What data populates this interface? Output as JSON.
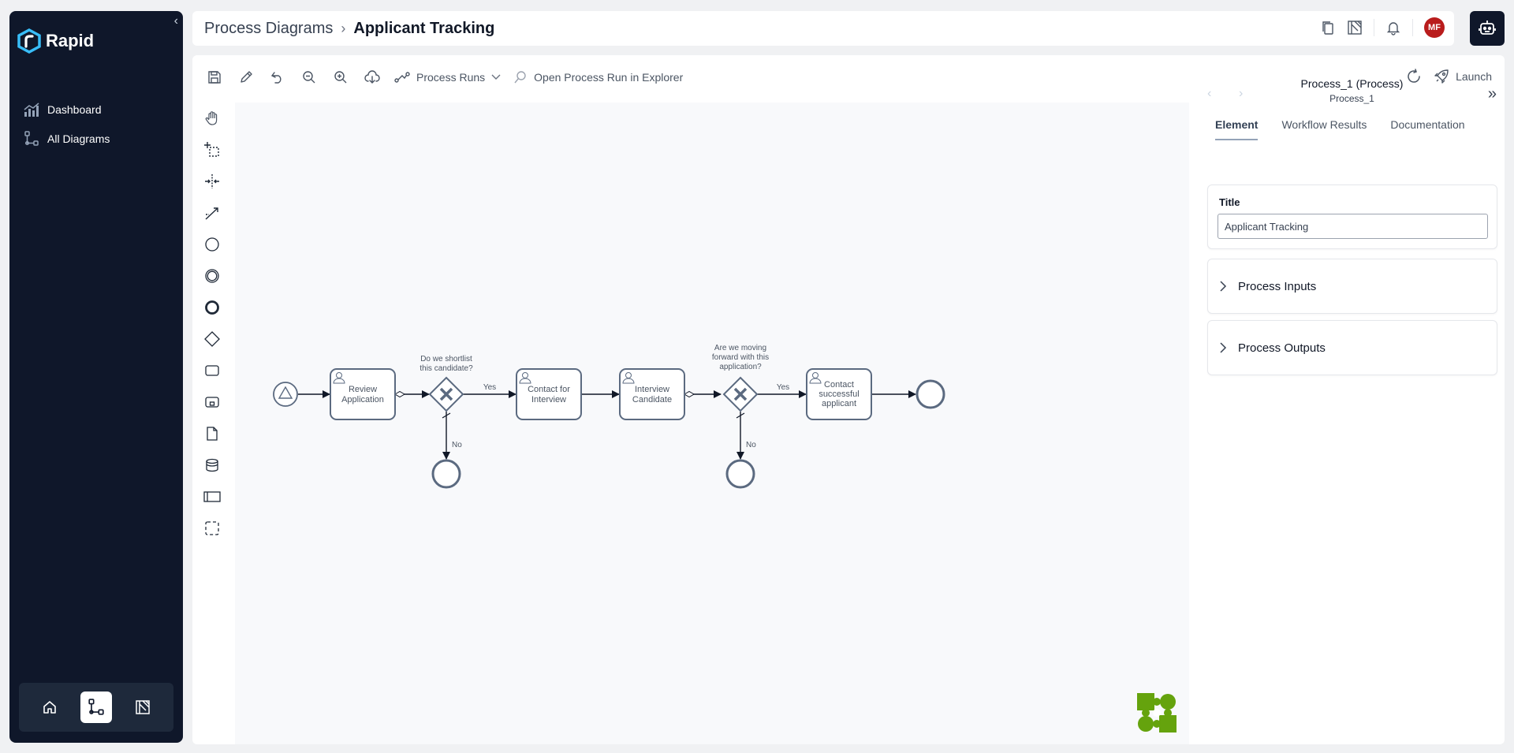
{
  "sidebar": {
    "brand": "Rapid",
    "items": [
      {
        "label": "Dashboard",
        "icon": "chart-icon"
      },
      {
        "label": "All Diagrams",
        "icon": "diagram-icon"
      }
    ],
    "bottom": [
      "home-icon",
      "diagram-icon",
      "notebook-icon"
    ]
  },
  "header": {
    "parent": "Process Diagrams",
    "current": "Applicant Tracking",
    "avatar": "MF"
  },
  "toolbar": {
    "process_runs": "Process Runs",
    "open_explorer": "Open Process Run in Explorer",
    "launch": "Launch"
  },
  "diagram": {
    "tasks": [
      "Review Application",
      "Contact for Interview",
      "Interview Candidate",
      "Contact successful applicant"
    ],
    "gateways": [
      "Do we shortlist this candidate?",
      "Are we moving forward with this application?"
    ],
    "labels": {
      "yes": "Yes",
      "no": "No"
    }
  },
  "props": {
    "title": "Process_1 (Process)",
    "subtitle": "Process_1",
    "tabs": [
      "Element",
      "Workflow Results",
      "Documentation"
    ],
    "title_label": "Title",
    "title_value": "Applicant Tracking",
    "inputs": "Process Inputs",
    "outputs": "Process Outputs"
  },
  "colors": {
    "sidebar": "#0f172a",
    "accent": "#38bdf8",
    "avatar": "#b91c1c",
    "logo_green": "#65a30d",
    "bpmn_stroke": "#5b6a80"
  }
}
